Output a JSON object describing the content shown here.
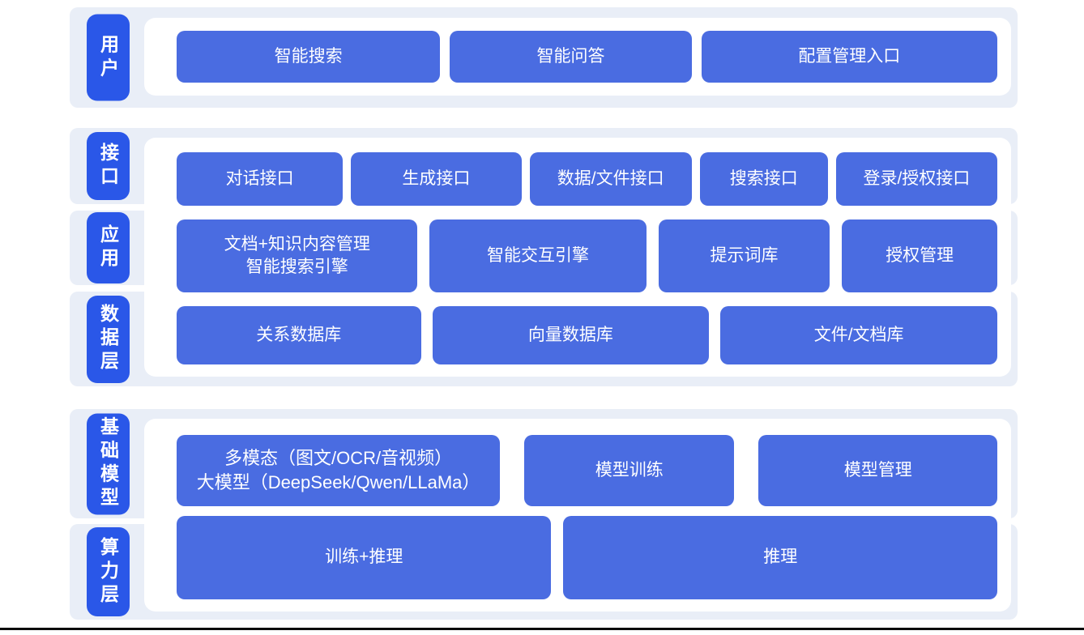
{
  "colors": {
    "page_bg": "#ffffff",
    "section_bg": "#e9eef7",
    "panel_bg": "#ffffff",
    "pill_blue": "#2a57e8",
    "box_blue": "#4a6ce1",
    "text_on_blue": "#ffffff",
    "bottom_line": "#0c0c0c"
  },
  "sections": [
    {
      "name": "user-layer",
      "rows": [
        {
          "label": "用户",
          "boxes": [
            "智能搜索",
            "智能问答",
            "配置管理入口"
          ]
        }
      ]
    },
    {
      "name": "middle-layers",
      "rows": [
        {
          "label": "接口",
          "boxes": [
            "对话接口",
            "生成接口",
            "数据/文件接口",
            "搜索接口",
            "登录/授权接口"
          ]
        },
        {
          "label": "应用",
          "boxes": [
            "文档+知识内容管理\n智能搜索引擎",
            "智能交互引擎",
            "提示词库",
            "授权管理"
          ]
        },
        {
          "label": "数据层",
          "boxes": [
            "关系数据库",
            "向量数据库",
            "文件/文档库"
          ]
        }
      ]
    },
    {
      "name": "foundation-layers",
      "rows": [
        {
          "label": "基础模型",
          "boxes": [
            "多模态（图文/OCR/音视频）\n大模型（DeepSeek/Qwen/LLaMa）",
            "模型训练",
            "模型管理"
          ]
        },
        {
          "label": "算力层",
          "boxes": [
            "训练+推理",
            "推理"
          ]
        }
      ]
    }
  ]
}
